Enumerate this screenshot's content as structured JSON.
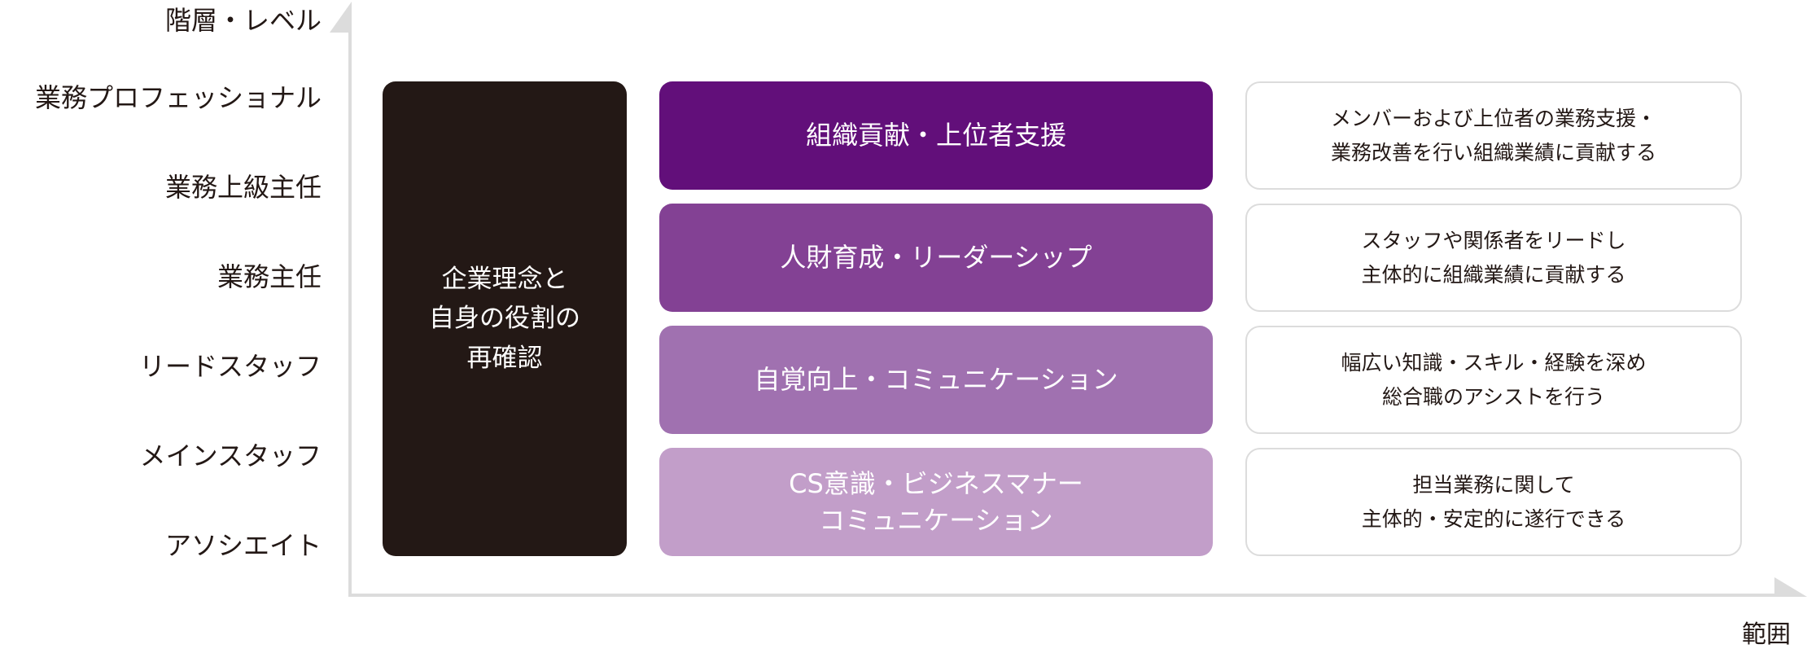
{
  "axes": {
    "y_title": "階層・レベル",
    "x_title": "範囲",
    "y_levels": [
      "業務プロフェッショナル",
      "業務上級主任",
      "業務主任",
      "リードスタッフ",
      "メインスタッフ",
      "アソシエイト"
    ]
  },
  "core": {
    "label": "企業理念と\n自身の役割の\n再確認",
    "color": "#231815"
  },
  "skills": [
    {
      "label": "組織貢献・上位者支援",
      "color": "#620f7a",
      "description": "メンバーおよび上位者の業務支援・\n業務改善を行い組織業績に貢献する"
    },
    {
      "label": "人財育成・リーダーシップ",
      "color": "#834194",
      "description": "スタッフや関係者をリードし\n主体的に組織業績に貢献する"
    },
    {
      "label": "自覚向上・コミュニケーション",
      "color": "#a071b0",
      "description": "幅広い知識・スキル・経験を深め\n総合職のアシストを行う"
    },
    {
      "label": "CS意識・ビジネスマナー\nコミュニケーション",
      "color": "#c29ec9",
      "description": "担当業務に関して\n主体的・安定的に遂行できる"
    }
  ]
}
